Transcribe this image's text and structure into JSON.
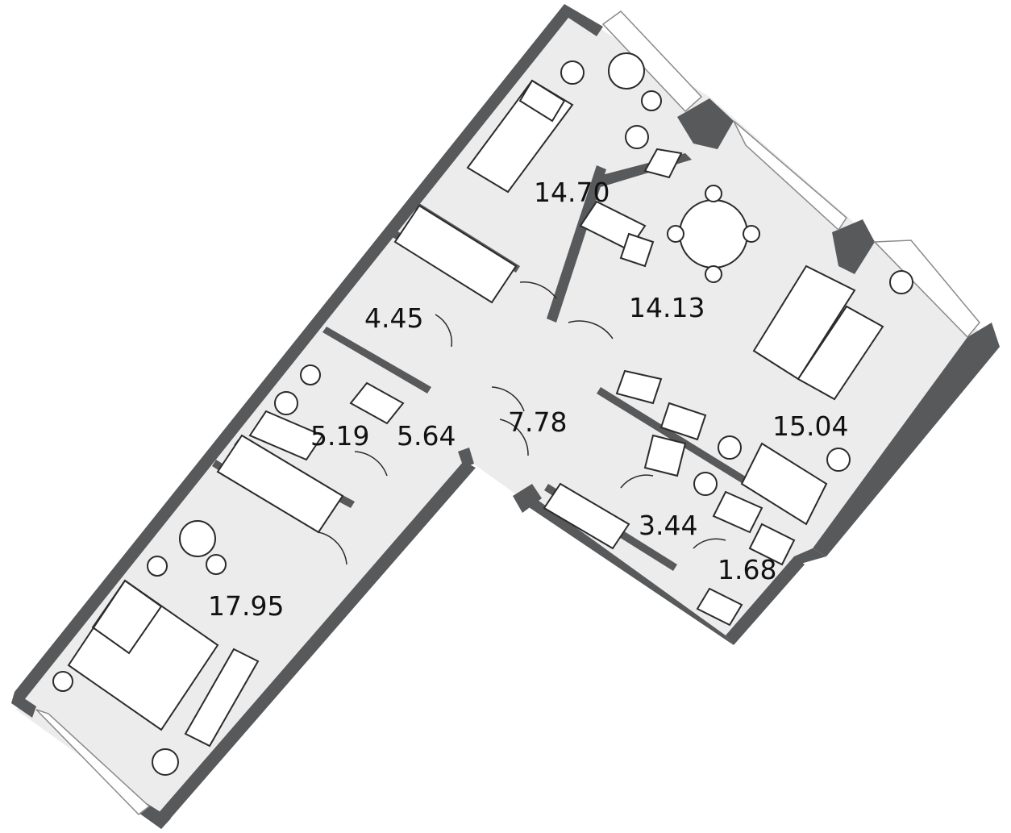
{
  "floor_plan": {
    "rooms": [
      {
        "id": "bedroom-1",
        "area": "14.70"
      },
      {
        "id": "kitchen-living",
        "area": "14.13"
      },
      {
        "id": "living",
        "area": "15.04"
      },
      {
        "id": "wardrobe-1",
        "area": "4.45"
      },
      {
        "id": "bathroom-1",
        "area": "5.19"
      },
      {
        "id": "corridor",
        "area": "5.64"
      },
      {
        "id": "hall",
        "area": "7.78"
      },
      {
        "id": "bathroom-2",
        "area": "3.44"
      },
      {
        "id": "storage",
        "area": "1.68"
      },
      {
        "id": "bedroom-2",
        "area": "17.95"
      }
    ]
  }
}
